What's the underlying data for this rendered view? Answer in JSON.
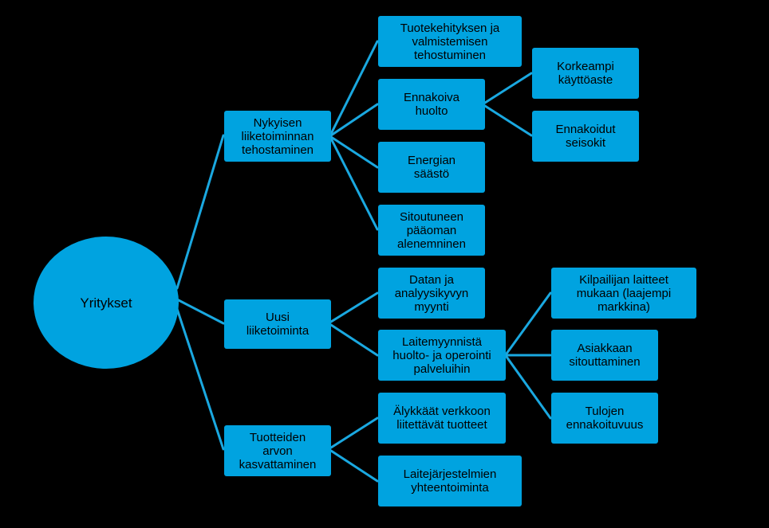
{
  "root": {
    "label": "Yritykset"
  },
  "branches": [
    {
      "label": "Nykyisen\nliiketoiminnan\ntehostaminen",
      "children": [
        {
          "label": "Tuotekehityksen ja\nvalmistemisen\ntehostuminen"
        },
        {
          "label": "Ennakoiva\nhuolto",
          "children": [
            {
              "label": "Korkeampi\nkäyttöaste"
            },
            {
              "label": "Ennakoidut\nseisokit"
            }
          ]
        },
        {
          "label": "Energian\nsäästö"
        },
        {
          "label": "Sitoutuneen\npääoman\nalenemninen"
        }
      ]
    },
    {
      "label": "Uusi\nliiketoiminta",
      "children": [
        {
          "label": "Datan ja\nanalyysikyvyn\nmyynti"
        },
        {
          "label": "Laitemyynnistä\nhuolto- ja operointi\npalveluihin",
          "children": [
            {
              "label": "Kilpailijan laitteet\nmukaan (laajempi\nmarkkina)"
            },
            {
              "label": "Asiakkaan\nsitouttaminen"
            },
            {
              "label": "Tulojen\nennakoituvuus"
            }
          ]
        }
      ]
    },
    {
      "label": "Tuotteiden\narvon\nkasvattaminen",
      "children": [
        {
          "label": "Älykkäät verkkoon\nliitettävät tuotteet"
        },
        {
          "label": "Laitejärjestelmien\nyhteentoiminta"
        }
      ]
    }
  ]
}
